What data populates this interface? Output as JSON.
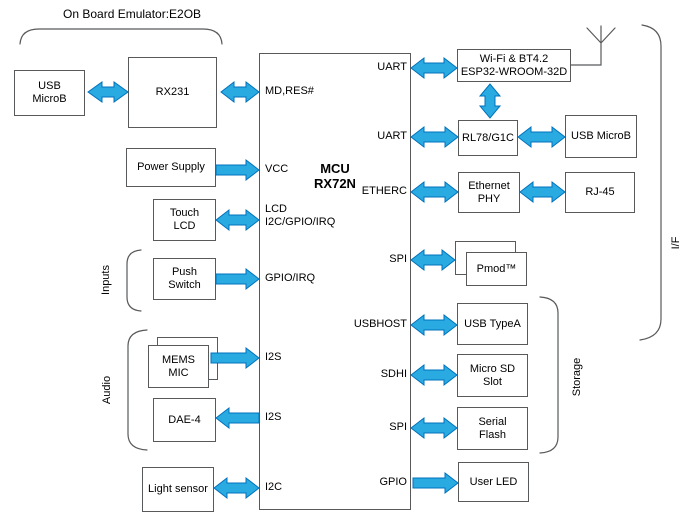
{
  "colors": {
    "background": "#ffffff",
    "box_border": "#58595b",
    "text": "#000000",
    "arrow_fill": "#29abe2",
    "arrow_stroke": "#0071bc"
  },
  "emulator_group": {
    "label": "On Board Emulator:E2OB"
  },
  "mcu": {
    "title": "MCU\nRX72N",
    "left_ports": {
      "md_res": "MD,RES#",
      "vcc": "VCC",
      "lcd": "LCD\nI2C/GPIO/IRQ",
      "gpio_irq": "GPIO/IRQ",
      "i2s_mic": "I2S",
      "i2s_dae": "I2S",
      "i2c": "I2C"
    },
    "right_ports": {
      "uart_wifi": "UART",
      "uart_rl78": "UART",
      "etherc": "ETHERC",
      "spi_pmod": "SPI",
      "usbhost": "USBHOST",
      "sdhi": "SDHI",
      "spi_flash": "SPI",
      "gpio": "GPIO"
    }
  },
  "boxes": {
    "usb_microb_left": "USB\nMicroB",
    "rx231": "RX231",
    "power_supply": "Power Supply",
    "touch_lcd": "Touch\nLCD",
    "push_switch": "Push\nSwitch",
    "mems_mic": "MEMS\nMIC",
    "dae4": "DAE-4",
    "light_sensor": "Light sensor",
    "wifi_module": "Wi-Fi & BT4.2\nESP32-WROOM-32D",
    "rl78": "RL78/G1C",
    "usb_microb_right": "USB MicroB",
    "ethernet_phy": "Ethernet\nPHY",
    "rj45": "RJ-45",
    "pmod": "Pmod™",
    "usb_typea": "USB TypeA",
    "micro_sd": "Micro SD\nSlot",
    "serial_flash": "Serial\nFlash",
    "user_led": "User LED"
  },
  "group_labels": {
    "inputs": "Inputs",
    "audio": "Audio",
    "storage": "Storage",
    "interface": "I/F"
  },
  "connections": [
    {
      "from": "USB MicroB",
      "to": "RX231",
      "type": "bidirectional"
    },
    {
      "from": "RX231",
      "to": "MCU MD,RES#",
      "type": "bidirectional"
    },
    {
      "from": "Power Supply",
      "to": "MCU VCC",
      "type": "into-mcu"
    },
    {
      "from": "Touch LCD",
      "to": "MCU LCD I2C/GPIO/IRQ",
      "type": "bidirectional"
    },
    {
      "from": "Push Switch",
      "to": "MCU GPIO/IRQ",
      "type": "into-mcu"
    },
    {
      "from": "MEMS MIC",
      "to": "MCU I2S",
      "type": "into-mcu"
    },
    {
      "from": "MCU I2S",
      "to": "DAE-4",
      "type": "out-of-mcu"
    },
    {
      "from": "Light sensor",
      "to": "MCU I2C",
      "type": "bidirectional"
    },
    {
      "from": "MCU UART",
      "to": "Wi-Fi & BT4.2 ESP32-WROOM-32D",
      "type": "bidirectional"
    },
    {
      "from": "Wi-Fi & BT4.2 ESP32-WROOM-32D",
      "to": "RL78/G1C",
      "type": "bidirectional"
    },
    {
      "from": "MCU UART",
      "to": "RL78/G1C",
      "type": "bidirectional"
    },
    {
      "from": "RL78/G1C",
      "to": "USB MicroB",
      "type": "bidirectional"
    },
    {
      "from": "MCU ETHERC",
      "to": "Ethernet PHY",
      "type": "bidirectional"
    },
    {
      "from": "Ethernet PHY",
      "to": "RJ-45",
      "type": "bidirectional"
    },
    {
      "from": "MCU SPI",
      "to": "Pmod",
      "type": "bidirectional"
    },
    {
      "from": "MCU USBHOST",
      "to": "USB TypeA",
      "type": "bidirectional"
    },
    {
      "from": "MCU SDHI",
      "to": "Micro SD Slot",
      "type": "bidirectional"
    },
    {
      "from": "MCU SPI",
      "to": "Serial Flash",
      "type": "bidirectional"
    },
    {
      "from": "MCU GPIO",
      "to": "User LED",
      "type": "out-of-mcu"
    }
  ]
}
